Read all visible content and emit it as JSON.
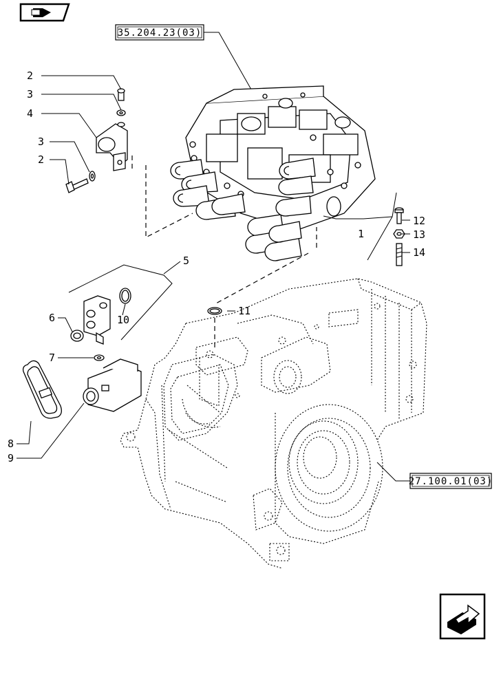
{
  "references": {
    "valve_block": "35.204.23(03)",
    "transmission_housing": "27.100.01(03)"
  },
  "callouts": {
    "c1": "1",
    "c2a": "2",
    "c2b": "2",
    "c3a": "3",
    "c3b": "3",
    "c4": "4",
    "c5": "5",
    "c6": "6",
    "c7": "7",
    "c8": "8",
    "c9": "9",
    "c10": "10",
    "c11": "11",
    "c12": "12",
    "c13": "13",
    "c14": "14"
  },
  "icons": {
    "top_left": "previous-page-icon",
    "bottom_right": "next-page-icon"
  }
}
